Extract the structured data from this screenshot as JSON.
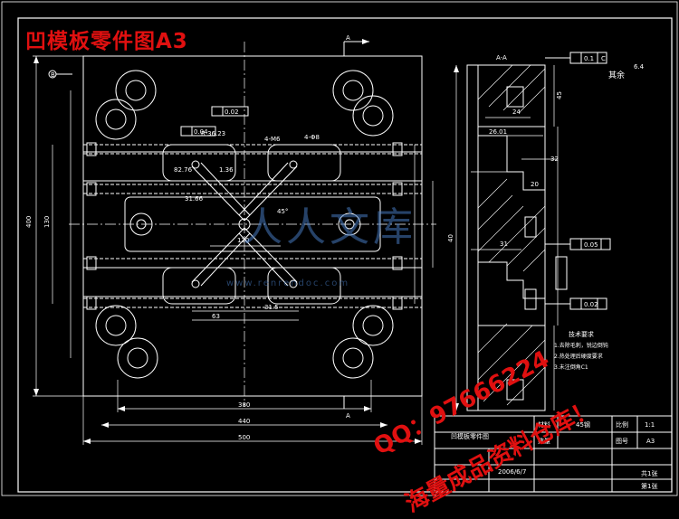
{
  "title": "凹模板零件图A3",
  "watermark": {
    "line1": "QQ：97666224",
    "line2": "海量成品资料仓库！",
    "logo": "人人文库",
    "logo_url": "www.renrendoc.com"
  },
  "dims_front": {
    "width_inner": "380",
    "width_mid": "440",
    "width_outer": "500",
    "height_left": "400",
    "height_inner": "130",
    "span_center": "130",
    "dim_63": "63",
    "dim_31_5": "31.5",
    "dim_angle": "45°",
    "dim_r": "R 36.23",
    "dim_a": "82.76",
    "dim_b": "31.66",
    "dim_c": "1.36",
    "dim_d": "4-M6",
    "dim_e": "4-Φ8",
    "tol_1": "0.04",
    "tol_2": "0.02",
    "datum_b": "B",
    "section_a": "A"
  },
  "dims_side": {
    "rough": "6.4",
    "other": "其余",
    "d_20": "20",
    "d_24": "24",
    "d_26": "26.01",
    "d_31": "31",
    "d_32": "32",
    "d_40": "40",
    "d_45": "45",
    "tol_c1": "0.1",
    "tol_c2": "0.05",
    "tol_c3": "0.02",
    "datum_c": "C",
    "section_label": "A-A"
  },
  "notes": {
    "heading": "技术要求",
    "line1": "1.去除毛刺，锐边倒钝",
    "line2": "2.热处理后硬度要求",
    "line3": "3.未注倒角C1"
  },
  "title_block": {
    "name": "凹模板零件图",
    "material_label": "材料",
    "material": "45钢",
    "scale_label": "比例",
    "scale": "1:1",
    "qty_label": "数量",
    "sheet_label": "图号",
    "sheet": "A3",
    "date": "2006/6/7",
    "total_label": "共1张",
    "page_label": "第1张"
  },
  "colors": {
    "line": "#ffffff",
    "center": "#ffffff",
    "watermark": "#e01010",
    "bg": "#000000"
  }
}
